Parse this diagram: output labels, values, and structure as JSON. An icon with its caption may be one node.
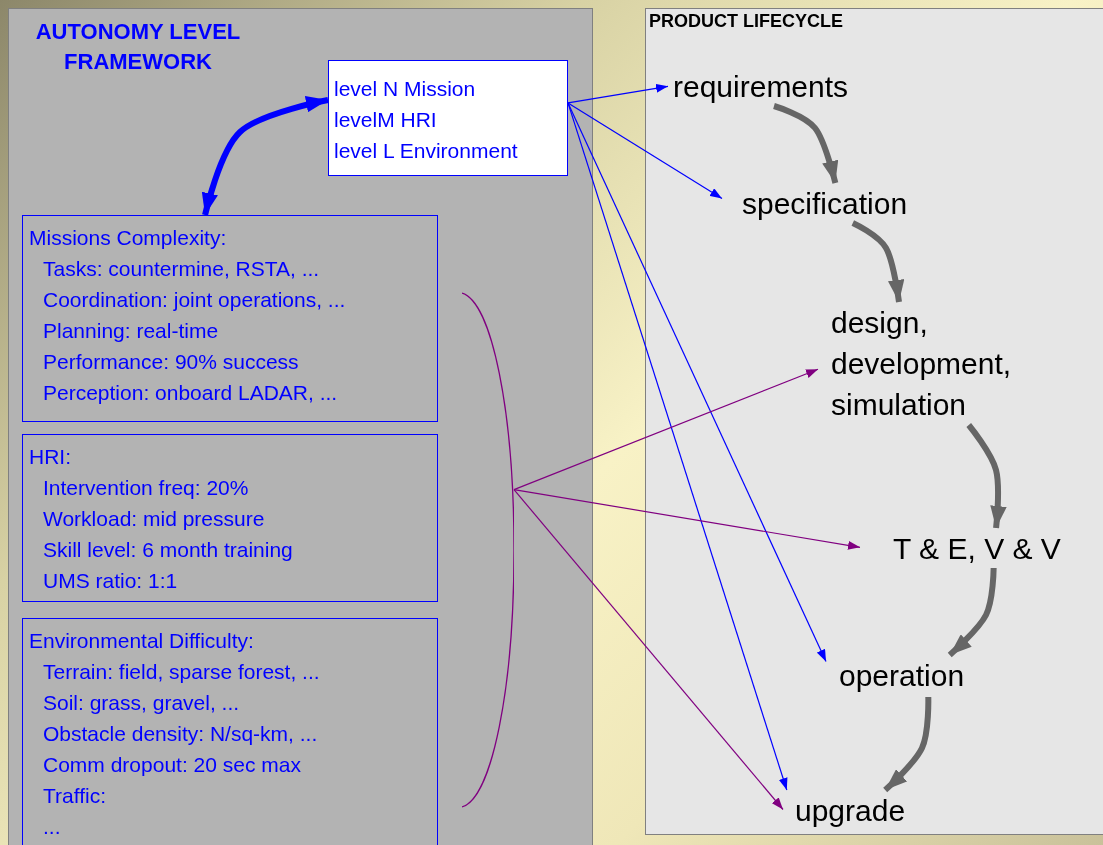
{
  "diagram": {
    "nodes": [
      {
        "text": [
          "AUTONOMY LEVEL FRAMEWORK"
        ]
      },
      {
        "text": [
          "level N Mission",
          "levelM HRI",
          "level L Environment"
        ],
        "in": 0
      },
      {
        "text": [
          "Missions Complexity:",
          "Tasks: countermine, RSTA, ...",
          "Coordination: joint operations, ...",
          "Planning: real-time",
          "Performance: 90% success",
          "Perception: onboard LADAR, ..."
        ],
        "in": 0
      },
      {
        "text": [
          "HRI:",
          "Intervention freq: 20%",
          "Workload: mid pressure",
          "Skill level: 6 month training",
          "UMS ratio: 1:1"
        ],
        "in": 0
      },
      {
        "text": [
          "Environmental Difficulty:",
          "Terrain: field, sparse forest, ...",
          "Soil: grass, gravel, ...",
          "Obstacle density: N/sq-km, ...",
          "Comm dropout: 20 sec max",
          "Traffic:",
          "..."
        ],
        "in": 0
      },
      {
        "text": [],
        "shape": "bracket",
        "in": 0
      },
      {
        "text": [
          "PRODUCT LIFECYCLE"
        ]
      },
      {
        "text": [
          "requirements"
        ],
        "in": 6
      },
      {
        "text": [
          "specification"
        ],
        "in": 6
      },
      {
        "text": [
          "design, development, simulation"
        ],
        "in": 6
      },
      {
        "text": [
          "T & E, V & V"
        ],
        "in": 6
      },
      {
        "text": [
          "operation"
        ],
        "in": 6
      },
      {
        "text": [
          "upgrade"
        ],
        "in": 6
      }
    ],
    "edges": [
      {
        "from": 1,
        "to": 2,
        "arrow": "both",
        "style": "thick"
      },
      {
        "from": 1,
        "to": 7,
        "arrow": "to"
      },
      {
        "from": 1,
        "to": 8,
        "arrow": "to"
      },
      {
        "from": 1,
        "to": 11,
        "arrow": "to"
      },
      {
        "from": 1,
        "to": 12,
        "arrow": "to"
      },
      {
        "from": 5,
        "to": 9,
        "arrow": "to",
        "color": "#800080"
      },
      {
        "from": 5,
        "to": 10,
        "arrow": "to",
        "color": "#800080"
      },
      {
        "from": 5,
        "to": 12,
        "arrow": "to",
        "color": "#800080"
      },
      {
        "from": 7,
        "to": 8,
        "arrow": "to",
        "style": "thick",
        "color": "#666666"
      },
      {
        "from": 8,
        "to": 9,
        "arrow": "to",
        "style": "thick",
        "color": "#666666"
      },
      {
        "from": 9,
        "to": 10,
        "arrow": "to",
        "style": "thick",
        "color": "#666666"
      },
      {
        "from": 10,
        "to": 11,
        "arrow": "to",
        "style": "thick",
        "color": "#666666"
      },
      {
        "from": 11,
        "to": 12,
        "arrow": "to",
        "style": "thick",
        "color": "#666666"
      }
    ]
  }
}
